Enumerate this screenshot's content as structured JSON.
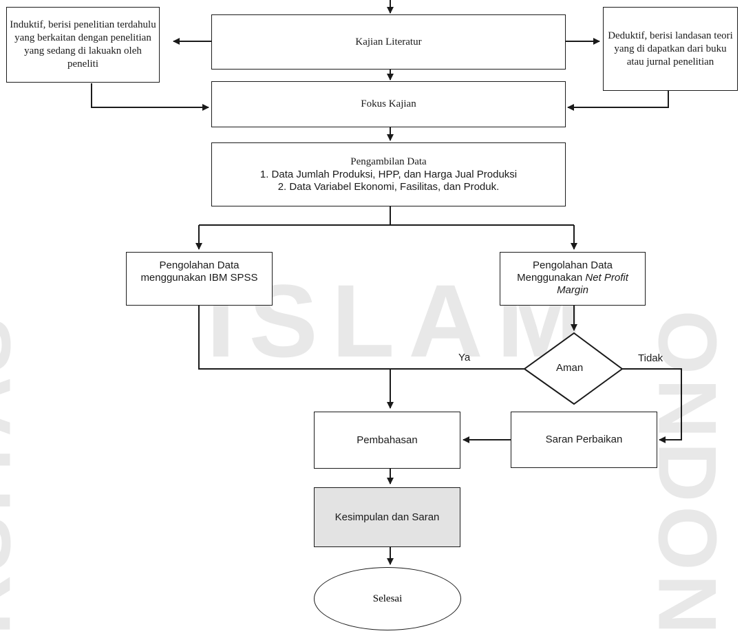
{
  "watermark": {
    "word": "ISLAM",
    "left_word": "RSITAS",
    "right_word": "ONDON"
  },
  "nodes": {
    "induktif": "Induktif, berisi penelitian terdahulu yang berkaitan dengan penelitian yang sedang di lakuakn oleh peneliti",
    "kajian_literatur": "Kajian Literatur",
    "deduktif": "Deduktif, berisi landasan teori yang di dapatkan dari buku atau jurnal penelitian",
    "fokus_kajian": "Fokus Kajian",
    "pengambilan_data": {
      "title": "Pengambilan Data",
      "line1": "1. Data Jumlah Produksi, HPP, dan Harga Jual Produksi",
      "line2": "2. Data Variabel Ekonomi, Fasilitas, dan Produk."
    },
    "pengolahan_spss": "Pengolahan Data menggunakan IBM SPSS",
    "pengolahan_npm": {
      "prefix": "Pengolahan Data Menggunakan ",
      "italic": "Net Profit Margin"
    },
    "aman": "Aman",
    "ya": "Ya",
    "tidak": "Tidak",
    "saran_perbaikan": "Saran Perbaikan",
    "pembahasan": "Pembahasan",
    "kesimpulan": "Kesimpulan dan Saran",
    "selesai": "Selesai"
  }
}
